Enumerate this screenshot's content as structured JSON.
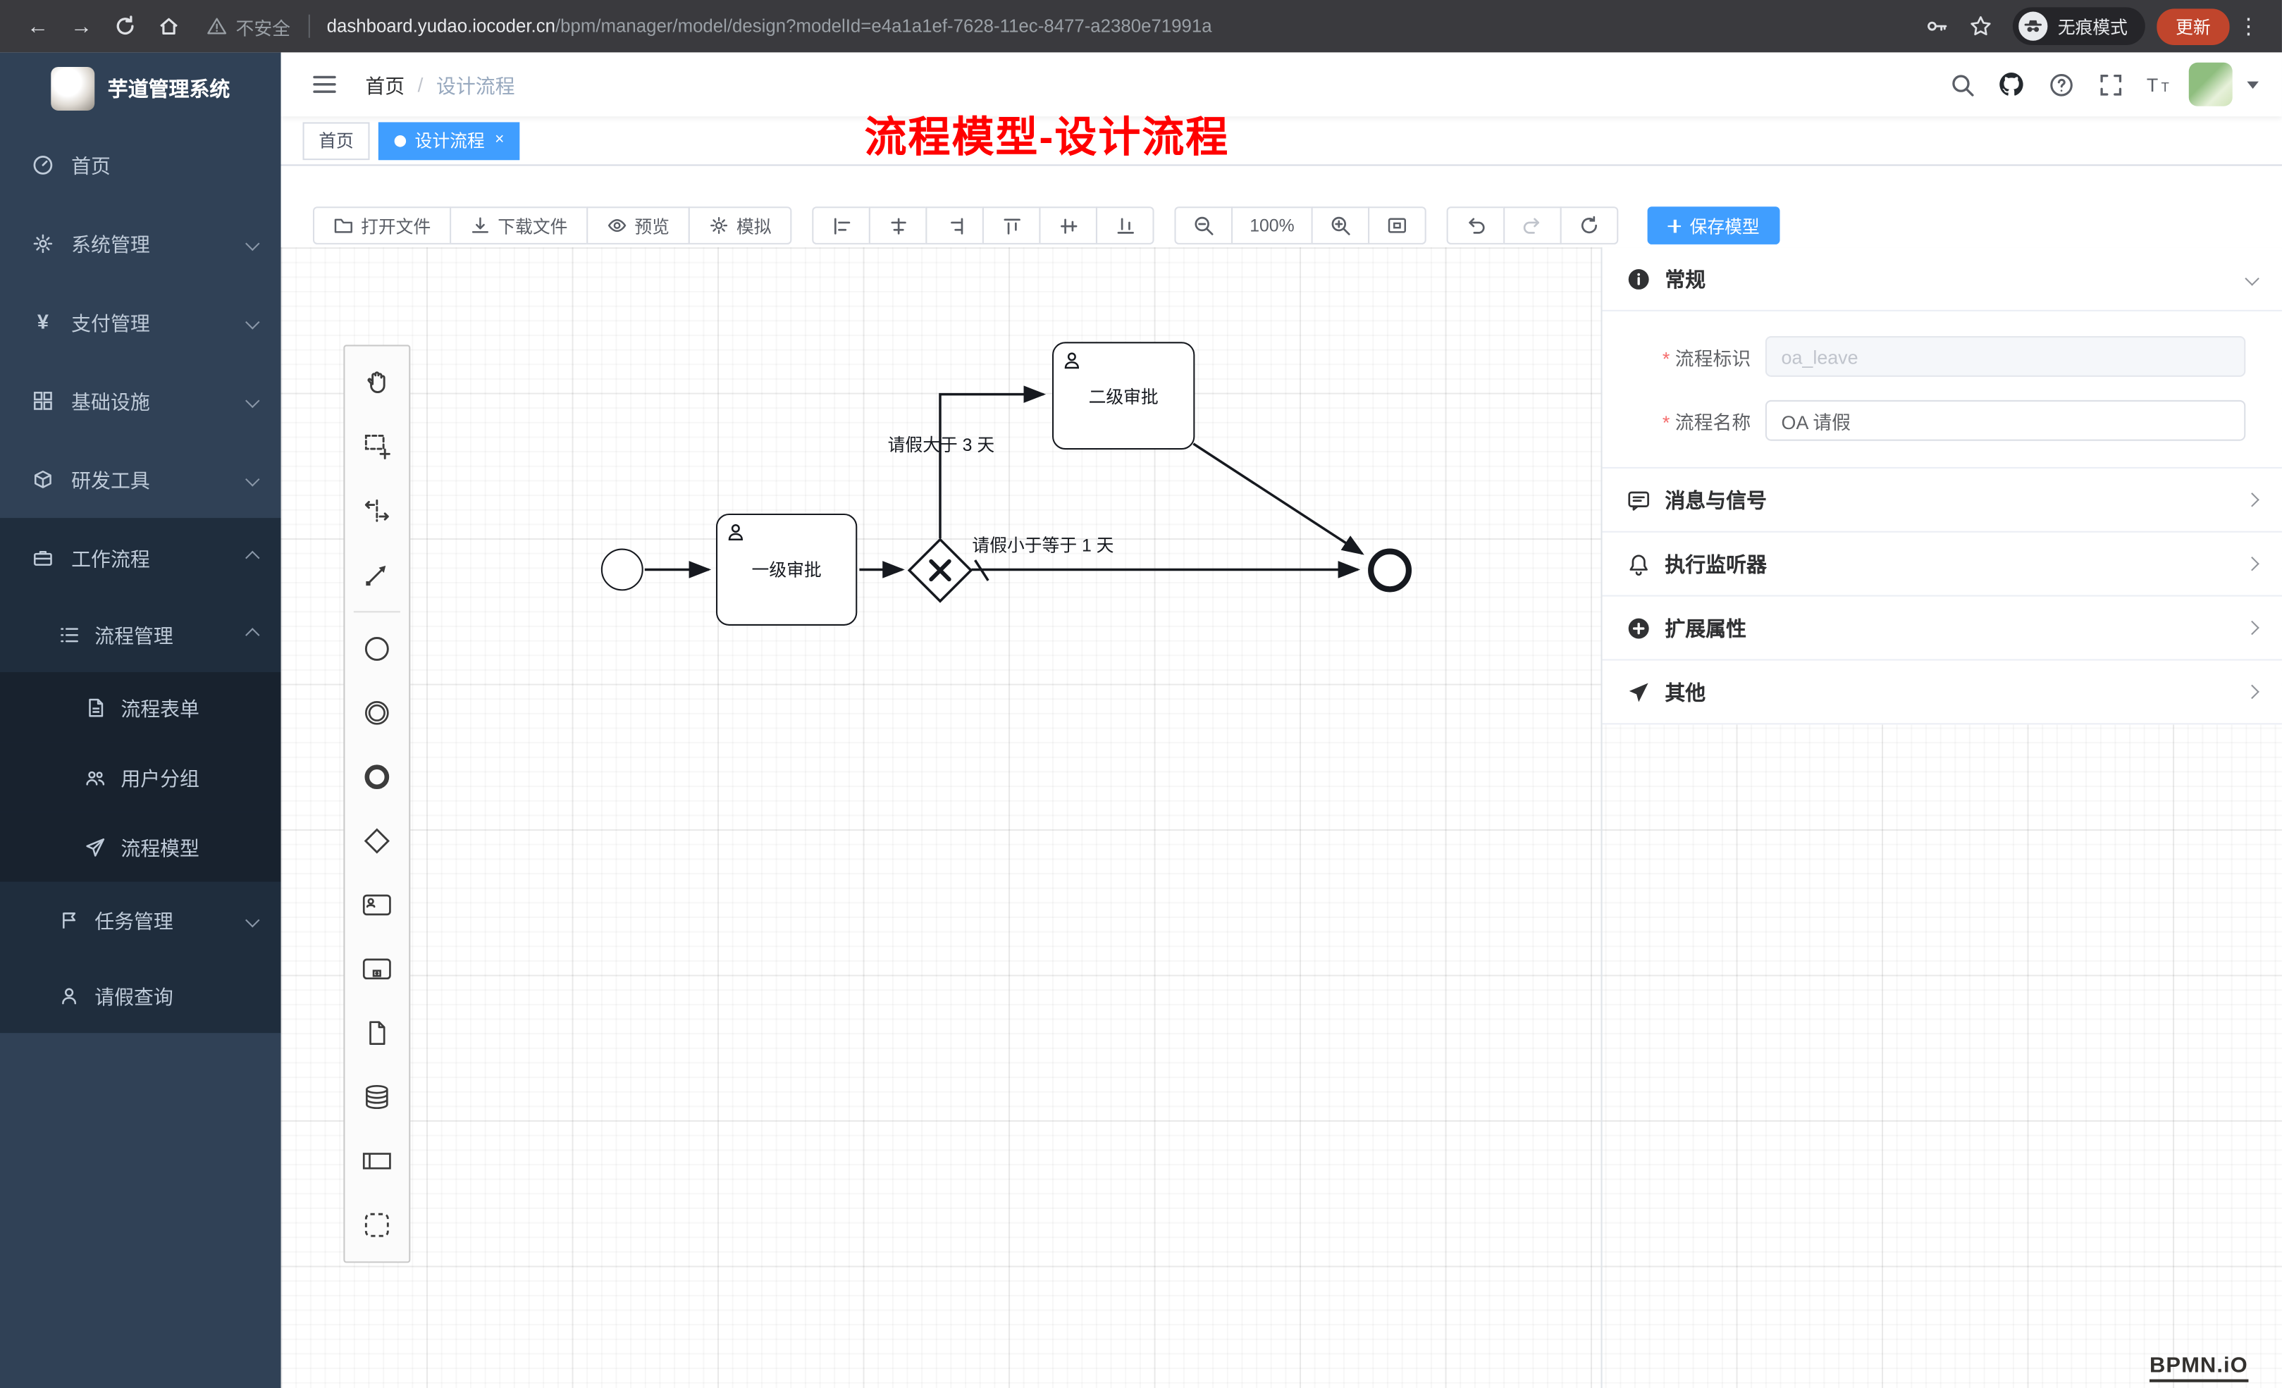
{
  "colors": {
    "accent": "#409eff",
    "annotation": "#ff0000",
    "sidebar_bg": "#304156",
    "update_button": "#c0452c"
  },
  "browser": {
    "security_label": "不安全",
    "url_host": "dashboard.yudao.iocoder.cn",
    "url_path": "/bpm/manager/model/design?modelId=e4a1a1ef-7628-11ec-8477-a2380e71991a",
    "incognito_label": "无痕模式",
    "update_label": "更新"
  },
  "sidebar": {
    "title": "芋道管理系统",
    "items": [
      {
        "label": "首页"
      },
      {
        "label": "系统管理"
      },
      {
        "label": "支付管理"
      },
      {
        "label": "基础设施"
      },
      {
        "label": "研发工具"
      },
      {
        "label": "工作流程"
      }
    ],
    "process_mgmt": {
      "label": "流程管理"
    },
    "process_children": [
      {
        "label": "流程表单"
      },
      {
        "label": "用户分组"
      },
      {
        "label": "流程模型"
      }
    ],
    "task_mgmt": {
      "label": "任务管理"
    },
    "leave_query": {
      "label": "请假查询"
    }
  },
  "header": {
    "breadcrumb": [
      "首页",
      "设计流程"
    ]
  },
  "tabs": [
    {
      "label": "首页",
      "active": false
    },
    {
      "label": "设计流程",
      "active": true
    }
  ],
  "annotation": {
    "text": "流程模型-设计流程"
  },
  "toolbar": {
    "open": "打开文件",
    "download": "下载文件",
    "preview": "预览",
    "simulate": "模拟",
    "zoom": "100%",
    "save": "保存模型"
  },
  "diagram": {
    "task1": "一级审批",
    "task2": "二级审批",
    "edge_gt": "请假大于 3 天",
    "edge_le": "请假小于等于 1 天"
  },
  "panel": {
    "general_title": "常规",
    "fields": [
      {
        "label": "流程标识",
        "value": "oa_leave",
        "required": true,
        "disabled": true
      },
      {
        "label": "流程名称",
        "value": "OA 请假",
        "required": true,
        "disabled": false
      }
    ],
    "sections": [
      {
        "label": "消息与信号"
      },
      {
        "label": "执行监听器"
      },
      {
        "label": "扩展属性"
      },
      {
        "label": "其他"
      }
    ],
    "watermark": "BPMN.iO"
  }
}
